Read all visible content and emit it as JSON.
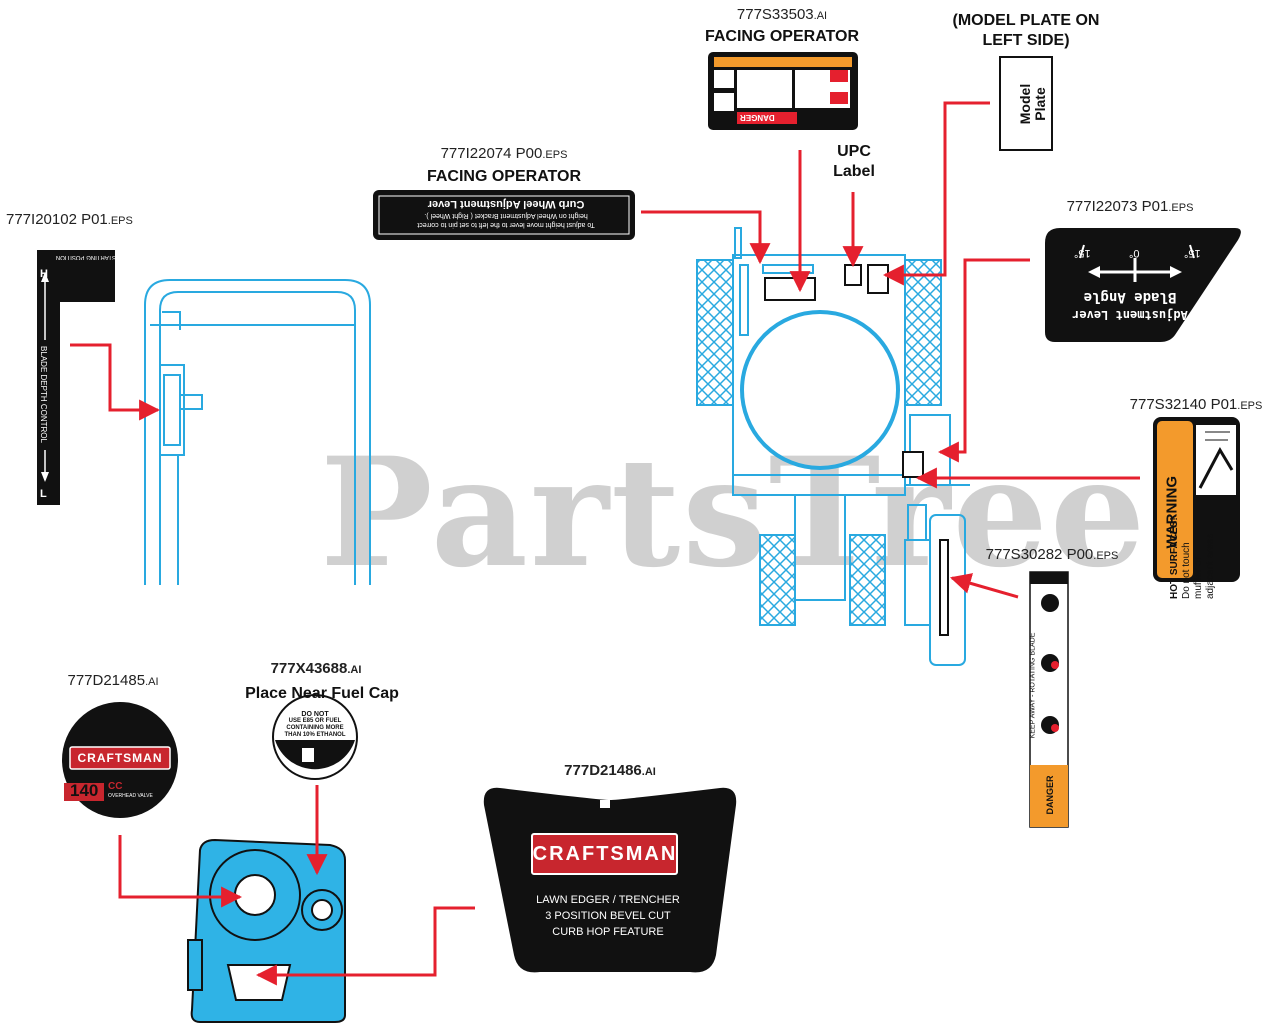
{
  "watermark": "PartsTree",
  "labels": {
    "decal_777S33503": {
      "part": "777S33503",
      "ext": ".AI",
      "note": "FACING OPERATOR"
    },
    "model_plate": {
      "note_line1": "(MODEL PLATE ON",
      "note_line2": "LEFT SIDE)",
      "text_line1": "Model",
      "text_line2": "Plate"
    },
    "decal_777I22074": {
      "part": "777I22074 P00",
      "ext": ".EPS",
      "note": "FACING OPERATOR",
      "line1": "Curb Wheel Adjustment Lever",
      "line2": "To adjust height move lever to the left to set pin to correct",
      "line3": "height on Wheel Adjustment Bracket ( Right Wheel )."
    },
    "upc": {
      "line1": "UPC",
      "line2": "Label"
    },
    "decal_777I20102": {
      "part": "777I20102 P01",
      "ext": ".EPS",
      "top": "STARTING POSITION",
      "side": "BLADE DEPTH CONTROL",
      "h": "H",
      "l": "L"
    },
    "decal_777I22073": {
      "part": "777I22073 P01",
      "ext": ".EPS",
      "line1": "Blade Angle",
      "line2": "Adjustment Lever",
      "angle_left": "15°",
      "angle_mid": "0°",
      "angle_right": "15°"
    },
    "decal_777S32140": {
      "part": "777S32140 P01",
      "ext": ".EPS",
      "warning": "WARNING",
      "l1": "HOT SURFACES!",
      "l2": "Do not touch",
      "l3": "muffler or",
      "l4": "adjacent areas"
    },
    "decal_777S30282": {
      "part": "777S30282 P00",
      "ext": ".EPS",
      "side": "KEEP AWAY - ROTATING BLADE",
      "danger": "DANGER"
    },
    "decal_777D21485": {
      "part": "777D21485",
      "ext": ".AI",
      "brand": "CRAFTSMAN",
      "cc": "140",
      "cc_unit": "CC",
      "sub": "OVERHEAD VALVE"
    },
    "decal_777X43688": {
      "part": "777X43688",
      "ext": ".AI",
      "note": "Place Near Fuel Cap",
      "l1": "DO NOT",
      "l2": "USE E85 OR FUEL",
      "l3": "CONTAINING MORE",
      "l4": "THAN 10% ETHANOL"
    },
    "decal_777D21486": {
      "part": "777D21486",
      "ext": ".AI",
      "brand": "CRAFTSMAN",
      "l1": "LAWN EDGER / TRENCHER",
      "l2": "3 POSITION BEVEL CUT",
      "l3": "CURB HOP FEATURE"
    },
    "danger_label": "DANGER"
  },
  "colors": {
    "arrow": "#e5202e",
    "machine": "#29a9e0",
    "engine_fill": "#2fb3e6",
    "decal_black": "#111111",
    "warning_orange": "#f39a2c",
    "craftsman_red": "#c8262e"
  }
}
